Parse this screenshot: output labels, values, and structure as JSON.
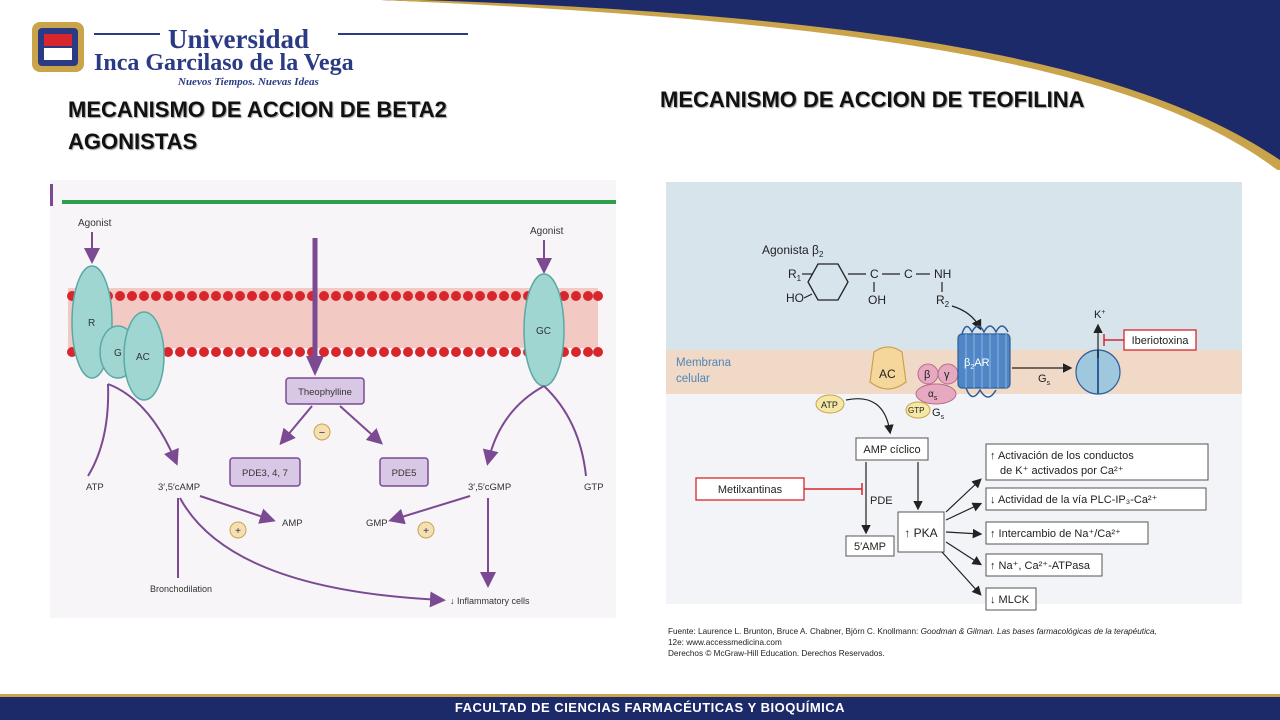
{
  "header": {
    "university_line1": "Universidad",
    "university_line2": "Inca Garcilaso de la Vega",
    "tagline": "Nuevos Tiempos. Nuevas Ideas"
  },
  "titles": {
    "left": "MECANISMO DE ACCION DE BETA2 AGONISTAS",
    "right": "MECANISMO DE ACCION DE TEOFILINA"
  },
  "left_figure": {
    "agonist_left": "Agonist",
    "agonist_right": "Agonist",
    "receptor_r": "R",
    "protein_g": "G",
    "enzyme_ac": "AC",
    "enzyme_gc": "GC",
    "drug": "Theophylline",
    "minus": "−",
    "plus": "+",
    "pde_a": "PDE3, 4, 7",
    "pde_b": "PDE5",
    "atp": "ATP",
    "camp": "3′,5′cAMP",
    "amp": "AMP",
    "cgmp": "3′,5′cGMP",
    "gmp": "GMP",
    "gtp": "GTP",
    "bronchodilation": "Bronchodilation",
    "inflammatory": "↓ Inflammatory cells"
  },
  "right_figure": {
    "agonista": "Agonista β",
    "agonista_sub": "2",
    "r1": "R",
    "r1_sub": "1",
    "ho": "HO",
    "oh": "OH",
    "c1": "C",
    "c2": "C",
    "nh": "NH",
    "r2": "R",
    "r2_sub": "2",
    "membrane": "Membrana",
    "membrane2": "celular",
    "ac": "AC",
    "beta": "β",
    "gamma": "γ",
    "alpha_s": "α",
    "alpha_sub": "s",
    "gs_label": "G",
    "gs_sub": "s",
    "b2ar": "β",
    "b2ar_sub": "2",
    "b2ar_rest": "AR",
    "gs_arrow": "G",
    "gs_arrow_sub": "s",
    "k_channel": "K",
    "k_sup": "+",
    "iberiotoxina": "Iberiotoxina",
    "atp": "ATP",
    "gtp": "GTP",
    "amp_ciclico": "AMP cíclico",
    "metilxantinas": "Metilxantinas",
    "pde": "PDE",
    "pka": "↑ PKA",
    "five_amp": "5′AMP",
    "effect1a": "↑ Activación de los conductos",
    "effect1b": "de K⁺ activados por Ca²⁺",
    "effect2": "↓ Actividad de la vía PLC-IP₃-Ca²⁺",
    "effect3": "↑ Intercambio de Na⁺/Ca²⁺",
    "effect4": "↑ Na⁺, Ca²⁺-ATPasa",
    "effect5": "↓ MLCK",
    "source_line1_a": "Fuente: Laurence L. Brunton, Bruce A. Chabner, Björn C. Knollmann: ",
    "source_line1_b": "Goodman & Gilman. Las bases farmacológicas de la terapéutica,",
    "source_line2": "12e: www.accessmedicina.com",
    "source_line3": "Derechos © McGraw-Hill Education. Derechos Reservados."
  },
  "footer": {
    "text": "FACULTAD DE CIENCIAS FARMACÉUTICAS Y BIOQUÍMICA"
  },
  "colors": {
    "navy": "#1d2a6a",
    "gold": "#c9a44a",
    "receptor_teal": "#9fd6d2",
    "purple": "#7b4a93",
    "membrane_red": "#d8262d"
  }
}
